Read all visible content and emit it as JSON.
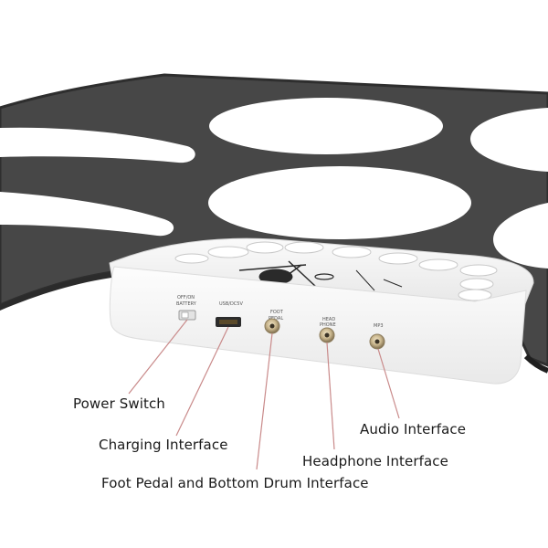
{
  "callouts": {
    "power_switch": "Power Switch",
    "charging_interface": "Charging Interface",
    "foot_pedal_interface": "Foot Pedal and Bottom Drum Interface",
    "audio_interface": "Audio Interface",
    "headphone_interface": "Headphone Interface"
  },
  "device_panel": {
    "switch_label_line1": "OFF/ON",
    "switch_label_line2": "BATTERY",
    "usb_label": "USB/DC5V",
    "foot_label_line1": "FOOT",
    "foot_label_line2": "PEDAL",
    "head_label_line1": "HEAD",
    "head_label_line2": "PHONE",
    "mp3_label": "MP3"
  },
  "colors": {
    "mat": "#474747",
    "mat_edge": "#2e2e2e",
    "pad": "#ffffff",
    "device": "#f4f4f4",
    "callout_line": "#c98a8a"
  }
}
